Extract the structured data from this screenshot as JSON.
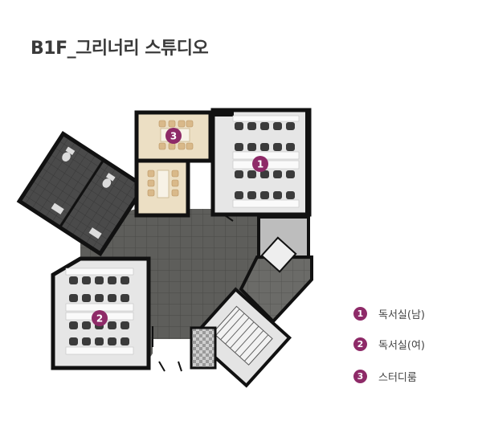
{
  "title": "B1F_그리너리 스튜디오",
  "markers": [
    {
      "number": "1"
    },
    {
      "number": "2"
    },
    {
      "number": "3"
    }
  ],
  "legend": [
    {
      "number": "1",
      "label": "독서실(남)"
    },
    {
      "number": "2",
      "label": "독서실(여)"
    },
    {
      "number": "3",
      "label": "스터디룸"
    }
  ],
  "colors": {
    "marker": "#8e2a68",
    "wall": "#111111",
    "floor_dark": "#5b5b58",
    "room_floor": "#e6e6e6",
    "study_floor": "#ecdfc4",
    "title": "#3a3a3a"
  }
}
